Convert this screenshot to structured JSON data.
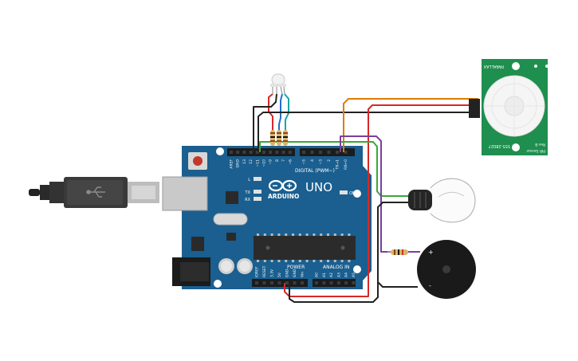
{
  "board": {
    "brand": "ARDUINO",
    "model": "UNO",
    "digital_header_label": "DIGITAL (PWM~)",
    "power_label": "POWER",
    "analog_label": "ANALOG IN",
    "on_led_label": "ON",
    "l_led_label": "L",
    "tx_label": "TX",
    "rx_label": "RX",
    "digital_pins": [
      "AREF",
      "GND",
      "13",
      "12",
      "~11",
      "~10",
      "~9",
      "8",
      "7",
      "~6",
      "~5",
      "4",
      "~3",
      "2",
      "TX→1",
      "RX←0"
    ],
    "power_pins": [
      "IOREF",
      "RESET",
      "3.3V",
      "5V",
      "GND",
      "GND",
      "Vin"
    ],
    "analog_pins": [
      "A0",
      "A1",
      "A2",
      "A3",
      "A4",
      "A5"
    ]
  },
  "pir_sensor": {
    "brand": "PARALLAX",
    "part_number": "555-28027",
    "sensor_label": "PIR Sensor",
    "rev_label": "Rev B"
  },
  "colors": {
    "board_blue": "#1a5f8f",
    "wire_red": "#d62828",
    "wire_black": "#222222",
    "wire_green": "#3aa83a",
    "wire_orange": "#e07b00",
    "wire_purple": "#7a3fa0",
    "wire_blue": "#1f6fd0",
    "wire_teal": "#1aa5a5",
    "pir_green": "#1e8f4e"
  }
}
